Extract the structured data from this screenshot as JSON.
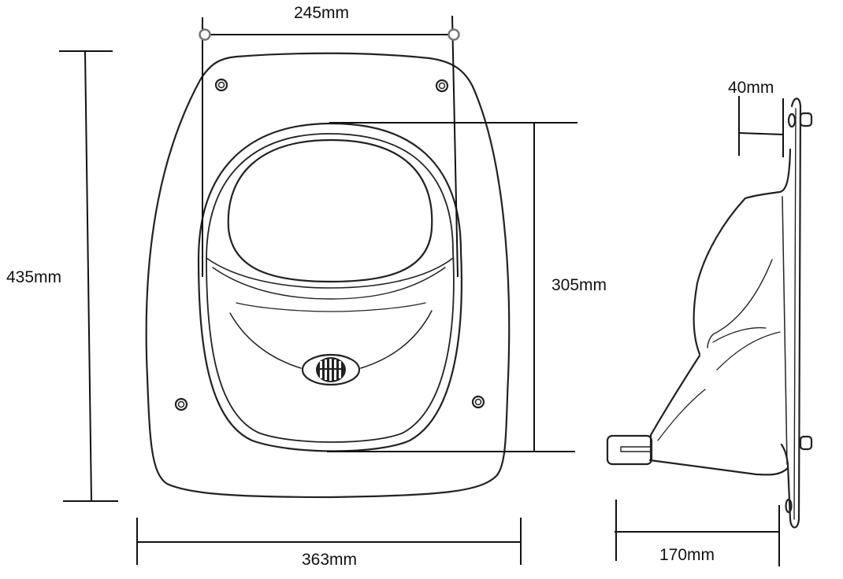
{
  "diagram": {
    "type": "technical dimension drawing",
    "views": [
      "front-view",
      "side-view"
    ],
    "dimensions": {
      "top_width": "245mm",
      "overall_height": "435mm",
      "bowl_height": "305mm",
      "overall_width": "363mm",
      "flange_depth": "40mm",
      "side_depth": "170mm"
    },
    "colors": {
      "stroke": "#222222",
      "dim_line": "#111111",
      "marker": "#777777",
      "background": "#ffffff"
    }
  }
}
